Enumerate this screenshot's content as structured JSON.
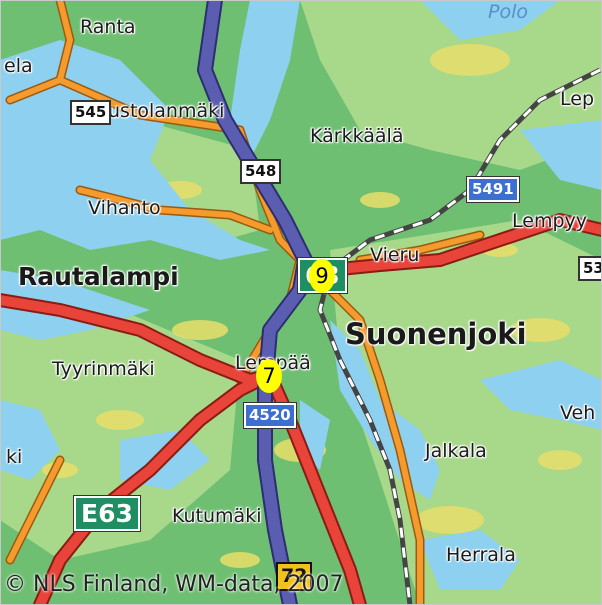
{
  "map": {
    "colors": {
      "land": "#6fbf73",
      "land_light": "#a8d88a",
      "field": "#e8de6a",
      "water": "#8ed0ef",
      "main_road": "#e8443a",
      "road": "#f59a2c",
      "highway": "#5b5eb0",
      "rail": "#444444"
    },
    "places": [
      {
        "id": "ranta",
        "name": "Ranta"
      },
      {
        "id": "ela",
        "name": "ela"
      },
      {
        "id": "ustolanmaki",
        "name": "ustolanmäki"
      },
      {
        "id": "karkkaala",
        "name": "Kärkkäälä"
      },
      {
        "id": "lep",
        "name": "Lep"
      },
      {
        "id": "vihanto",
        "name": "Vihanto"
      },
      {
        "id": "lempyy",
        "name": "Lempyy"
      },
      {
        "id": "vieru",
        "name": "Vieru"
      },
      {
        "id": "rautalampi",
        "name": "Rautalampi"
      },
      {
        "id": "suonenjoki",
        "name": "Suonenjoki"
      },
      {
        "id": "tyyrinmaki",
        "name": "Tyyrinmäki"
      },
      {
        "id": "lempaa",
        "name": "Lempää"
      },
      {
        "id": "veh",
        "name": "Veh"
      },
      {
        "id": "jalkala",
        "name": "Jalkala"
      },
      {
        "id": "ki",
        "name": "ki"
      },
      {
        "id": "kutumaki",
        "name": "Kutumäki"
      },
      {
        "id": "herrala",
        "name": "Herrala"
      },
      {
        "id": "polo",
        "name": "Polo"
      }
    ],
    "road_shields": [
      {
        "id": "r545",
        "label": "545",
        "style": "white"
      },
      {
        "id": "r548",
        "label": "548",
        "style": "white"
      },
      {
        "id": "r5491",
        "label": "5491",
        "style": "blue"
      },
      {
        "id": "r53",
        "label": "53",
        "style": "white"
      },
      {
        "id": "r63",
        "label": "63",
        "style": "green"
      },
      {
        "id": "r4520",
        "label": "4520",
        "style": "blue"
      },
      {
        "id": "e63",
        "label": "E63",
        "style": "green"
      },
      {
        "id": "r72",
        "label": "72",
        "style": "yellow"
      }
    ],
    "markers": [
      {
        "id": "m9",
        "label": "9"
      },
      {
        "id": "m7",
        "label": "7"
      }
    ],
    "copyright": "© NLS Finland, WM-data, 2007"
  }
}
